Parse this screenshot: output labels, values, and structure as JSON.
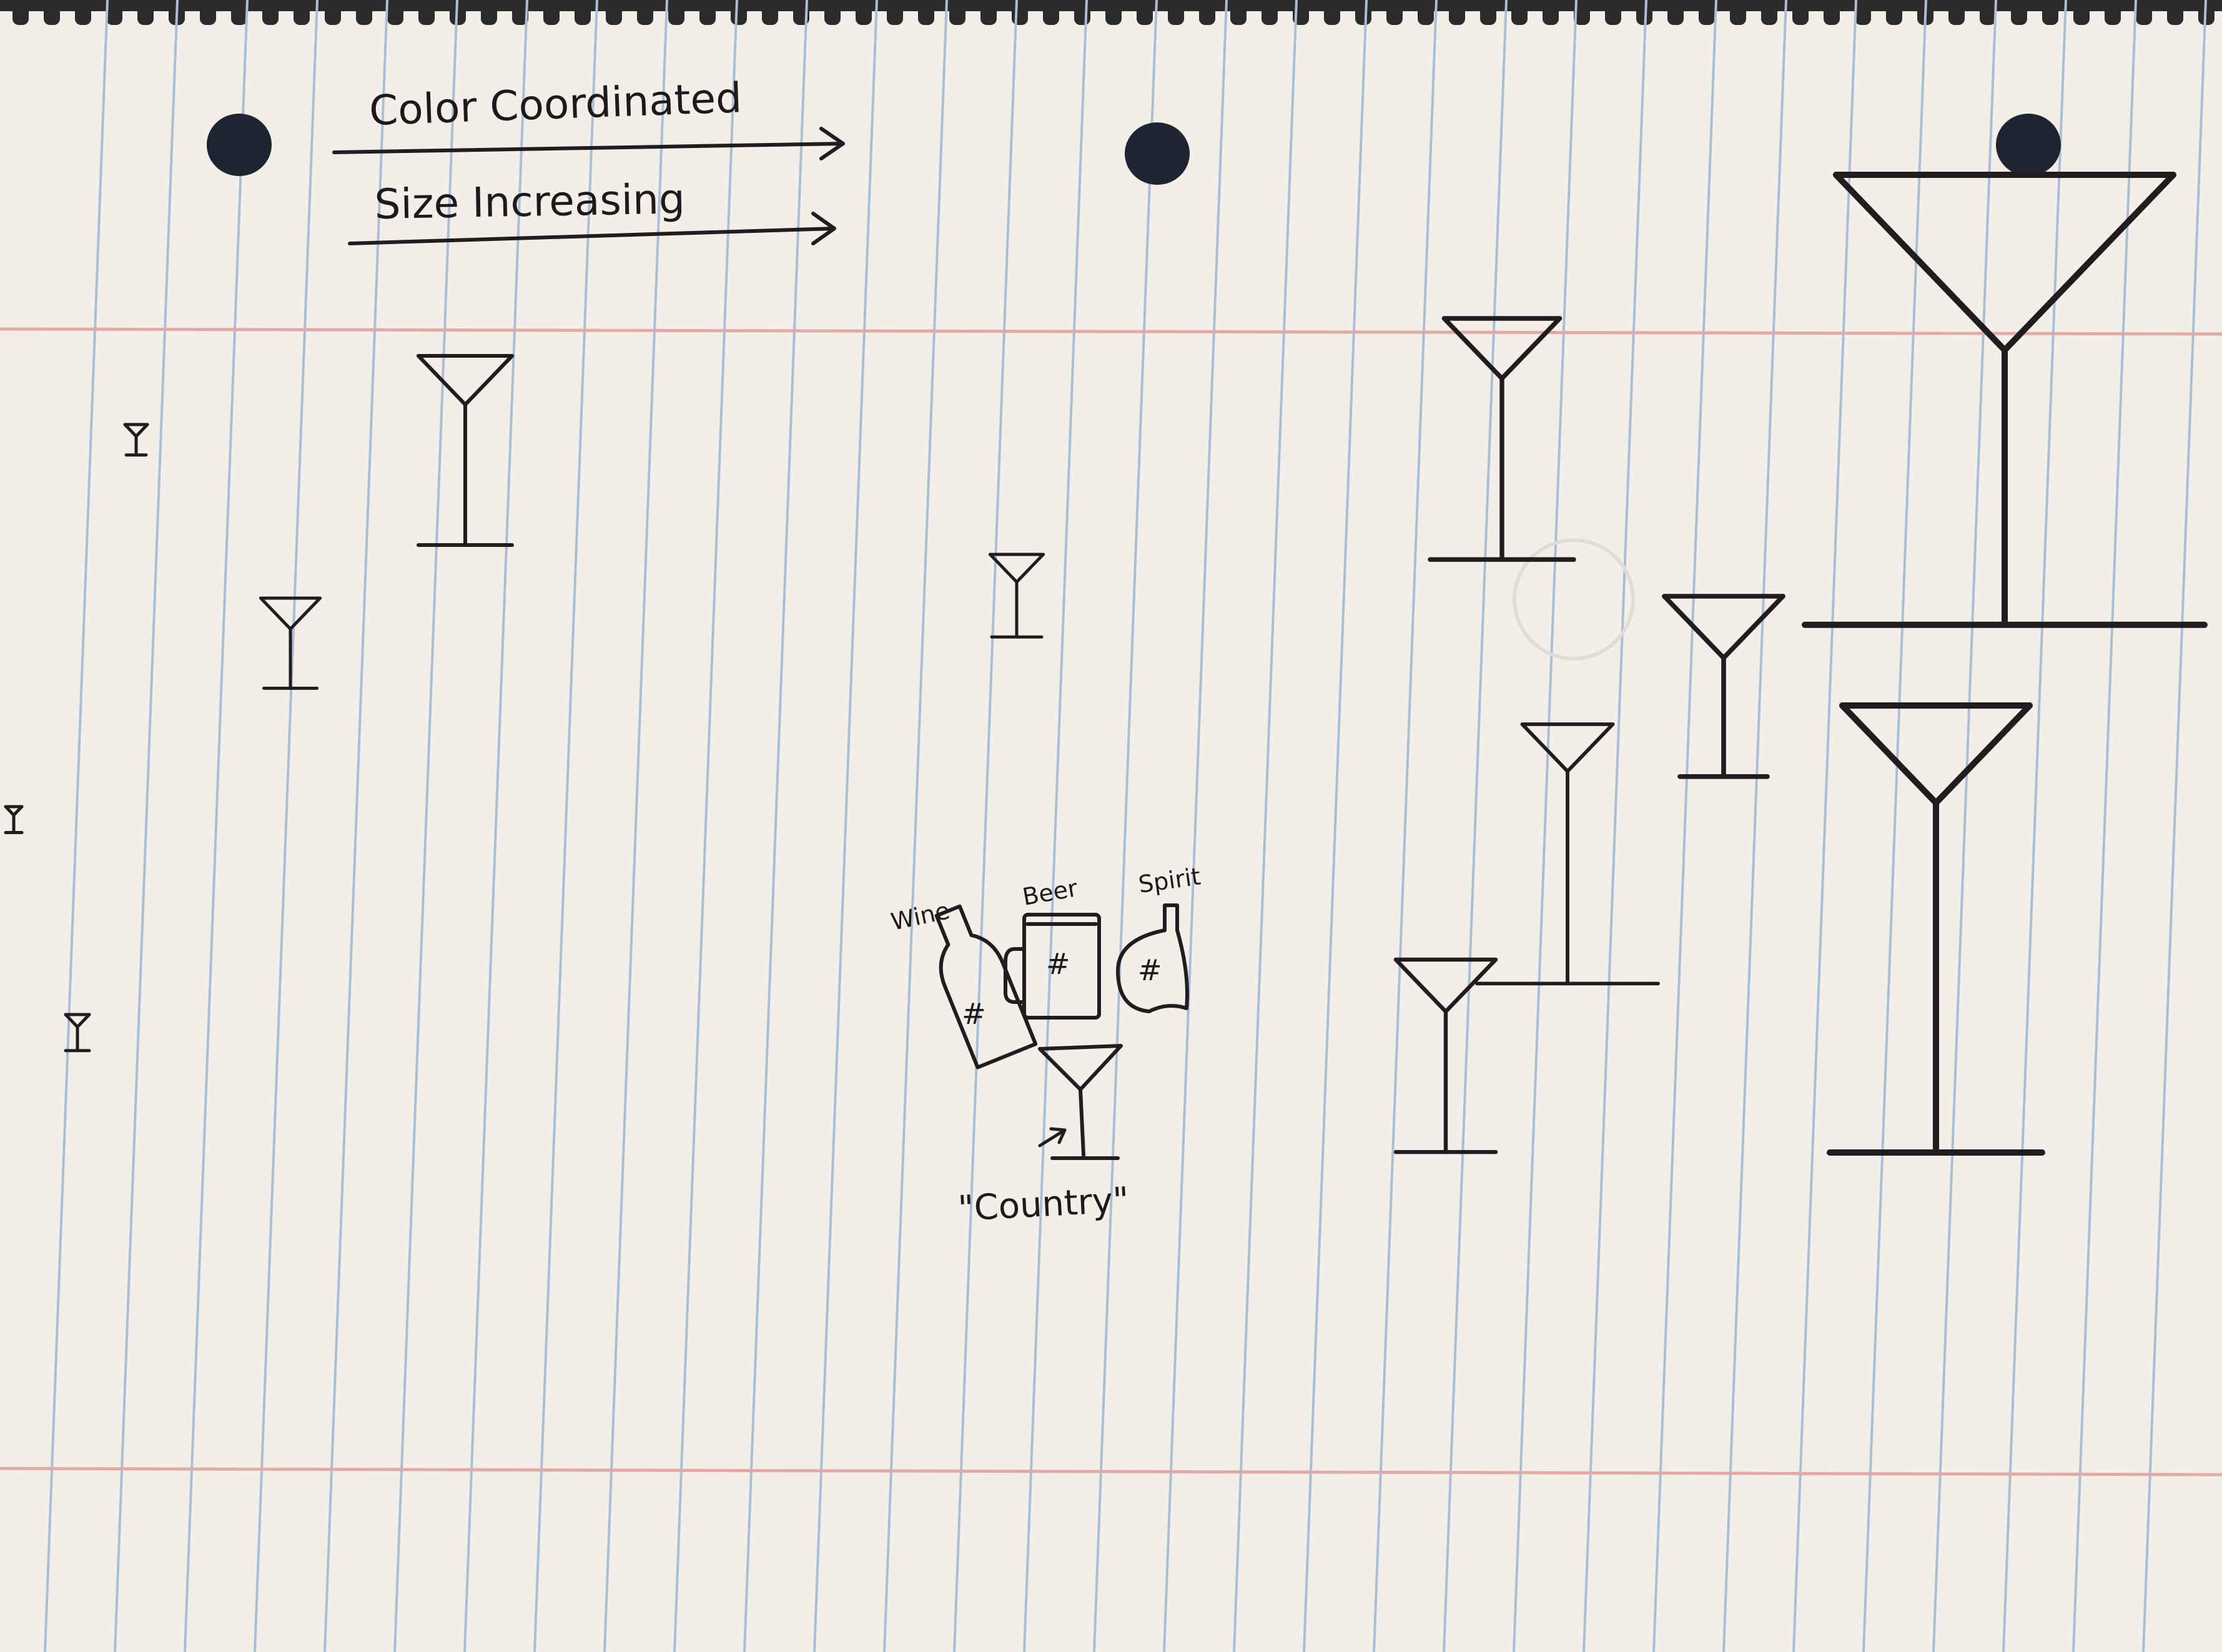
{
  "legend": {
    "color_label": "Color Coordinated",
    "size_label": "Size Increasing"
  },
  "icon_key": {
    "wine_label": "Wine",
    "beer_label": "Beer",
    "spirit_label": "Spirit",
    "count_mark": "#",
    "glass_label": "\"Country\""
  },
  "colors": {
    "paper": "#f2efe9",
    "rule_line": "#a9bfd8",
    "margin_line": "#e2a9a6",
    "ink": "#221c1f",
    "binding": "#2b2b2b"
  }
}
